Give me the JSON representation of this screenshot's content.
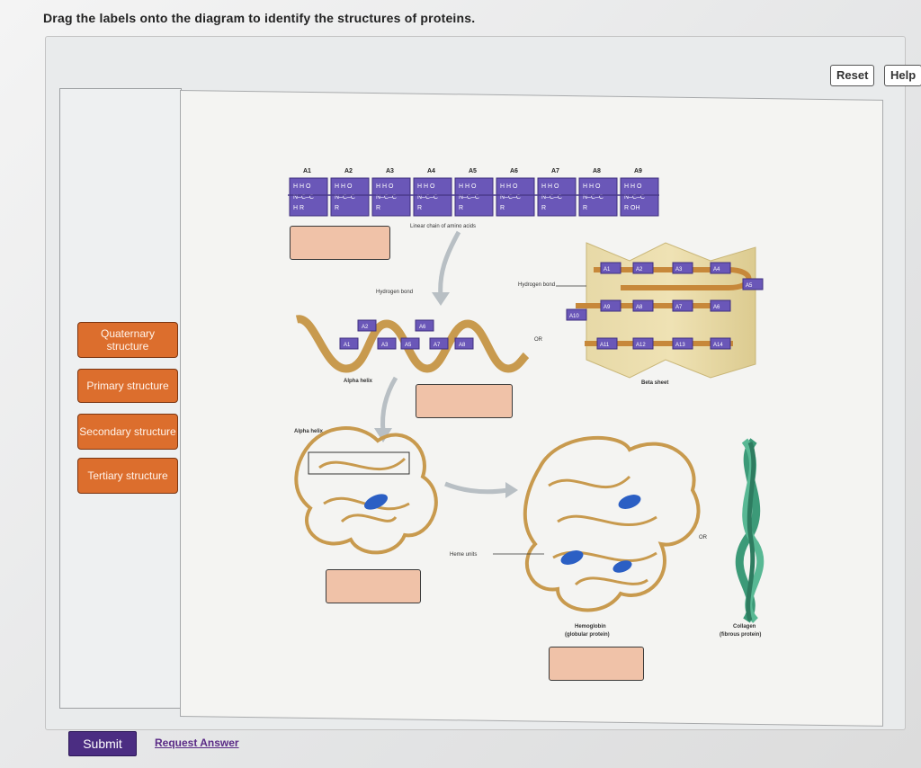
{
  "instruction": "Drag the labels onto the diagram to identify the structures of proteins.",
  "toolbar": {
    "reset_label": "Reset",
    "help_label": "Help"
  },
  "labels": [
    {
      "text": "Quaternary structure"
    },
    {
      "text": "Primary structure"
    },
    {
      "text": "Secondary structure"
    },
    {
      "text": "Tertiary structure"
    }
  ],
  "diagram": {
    "amino_acid_ids": [
      "A1",
      "A2",
      "A3",
      "A4",
      "A5",
      "A6",
      "A7",
      "A8",
      "A9"
    ],
    "chain_atoms_top": "H  H  O",
    "chain_atoms_mid": "N–C–C",
    "chain_r": "R",
    "chain_first_bottom": "H  R",
    "chain_last_bottom": "R  OH",
    "linear_chain_caption": "Linear chain of amino acids",
    "hydrogen_bond_helix": "Hydrogen bond",
    "hydrogen_bond_sheet": "Hydrogen bond",
    "alpha_helix_caption": "Alpha helix",
    "alpha_helix_caption_2": "Alpha helix",
    "beta_sheet_caption": "Beta sheet",
    "or_1": "OR",
    "or_2": "OR",
    "heme_units": "Heme units",
    "hemoglobin_caption": "Hemoglobin",
    "hemoglobin_sub": "(globular protein)",
    "collagen_caption": "Collagen",
    "collagen_sub": "(fibrous protein)",
    "helix_tags": [
      "A2",
      "A6",
      "A1",
      "A3",
      "A5",
      "A7",
      "A8"
    ],
    "sheet_tags": [
      "A1",
      "A2",
      "A3",
      "A4",
      "A5",
      "A9",
      "A8",
      "A7",
      "A6",
      "A10",
      "A11",
      "A12",
      "A13",
      "A14"
    ]
  },
  "actions": {
    "submit_label": "Submit",
    "request_answer_label": "Request Answer"
  },
  "colors": {
    "label_chip": "#dc6e2d",
    "drop_zone": "#f0c2a8",
    "submit": "#4b2d82",
    "amino_block": "#6a57b8",
    "helix_ribbon": "#c89a4e",
    "heme": "#2b5fc4",
    "collagen": "#3c9a78"
  }
}
